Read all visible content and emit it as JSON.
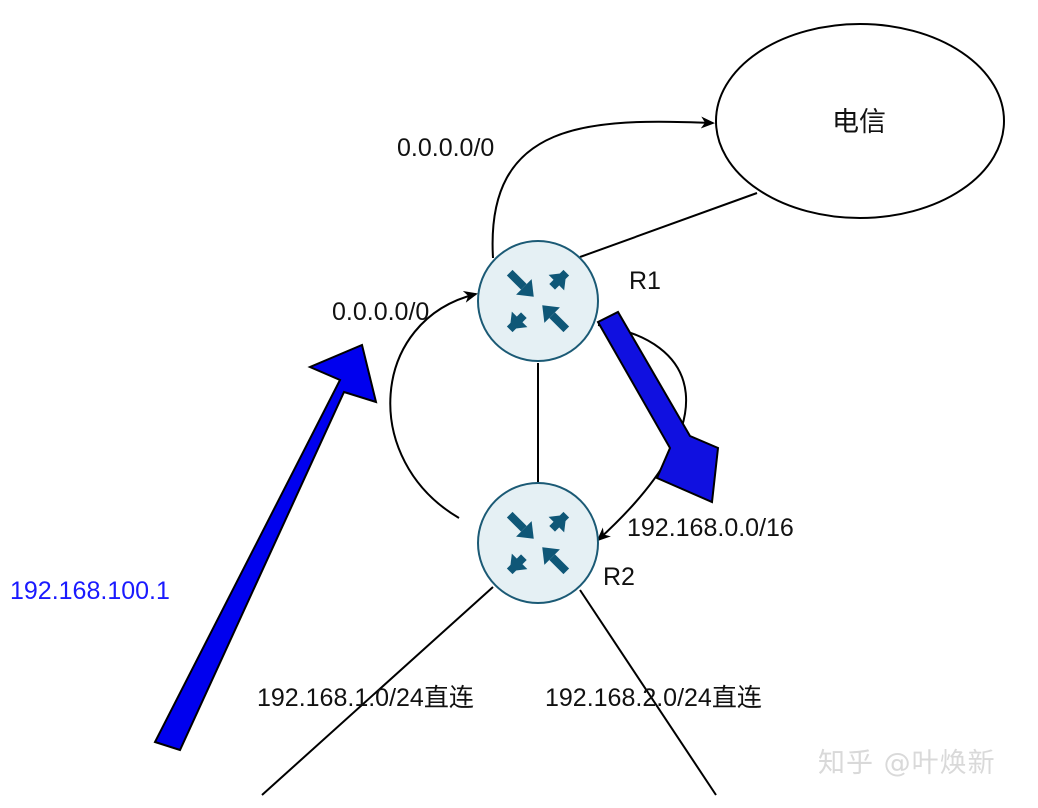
{
  "cloud": {
    "label": "电信"
  },
  "routers": {
    "r1": {
      "label": "R1",
      "icon": "router-icon"
    },
    "r2": {
      "label": "R2",
      "icon": "router-icon"
    }
  },
  "routes": {
    "r1_to_isp": "0.0.0.0/0",
    "r2_to_r1": "0.0.0.0/0",
    "r1_to_r2": "192.168.0.0/16",
    "lan1": "192.168.1.0/24直连",
    "lan2": "192.168.2.0/24直连"
  },
  "packet": {
    "destination": "192.168.100.1"
  },
  "watermark": "知乎 @叶焕新",
  "colors": {
    "router_fill": "#e5f0f4",
    "router_stroke": "#1b5a75",
    "router_arrow": "#0f5777",
    "flow_arrow_fill": "#0000ee",
    "flow_arrow_fill_2": "#1010e0",
    "line": "#000000",
    "blue_text": "#1a1aff",
    "watermark": "#d9d9d9"
  }
}
